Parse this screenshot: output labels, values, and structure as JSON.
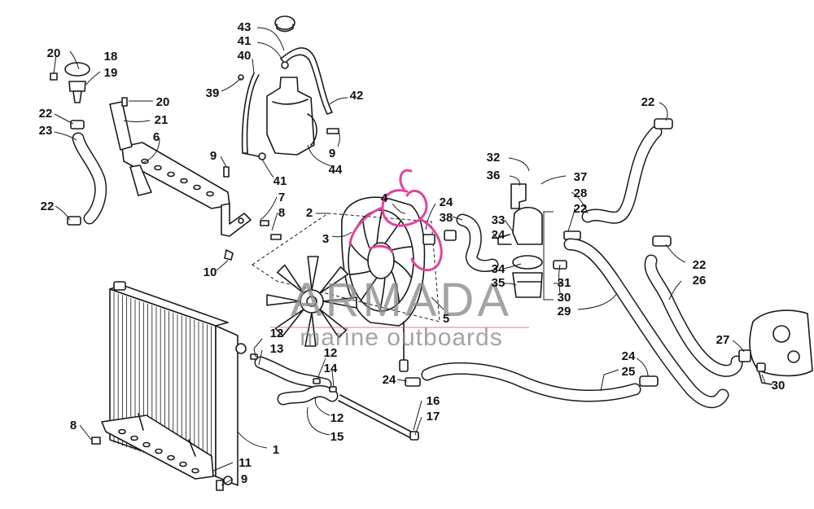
{
  "watermark": {
    "brand": "ARMADA",
    "tagline": "marine outboards",
    "accent_color": "#e2449a"
  },
  "callouts": {
    "c1": "1",
    "c2": "2",
    "c3": "3",
    "c4": "4",
    "c5": "5",
    "c6": "6",
    "c7": "7",
    "c8a": "8",
    "c8b": "8",
    "c9a": "9",
    "c9b": "9",
    "c9c": "9",
    "c10": "10",
    "c11": "11",
    "c12a": "12",
    "c12b": "12",
    "c12c": "12",
    "c13": "13",
    "c14": "14",
    "c15": "15",
    "c16": "16",
    "c17": "17",
    "c18": "18",
    "c19": "19",
    "c20a": "20",
    "c20b": "20",
    "c21": "21",
    "c22a": "22",
    "c22b": "22",
    "c22c": "22",
    "c22d": "22",
    "c22e": "22",
    "c23": "23",
    "c24a": "24",
    "c24b": "24",
    "c24c": "24",
    "c24d": "24",
    "c25": "25",
    "c26": "26",
    "c27": "27",
    "c28": "28",
    "c29": "29",
    "c30a": "30",
    "c30b": "30",
    "c31": "31",
    "c32": "32",
    "c33": "33",
    "c34": "34",
    "c35": "35",
    "c36": "36",
    "c37": "37",
    "c38": "38",
    "c39": "39",
    "c40": "40",
    "c41a": "41",
    "c41b": "41",
    "c42": "42",
    "c43": "43",
    "c44": "44"
  }
}
